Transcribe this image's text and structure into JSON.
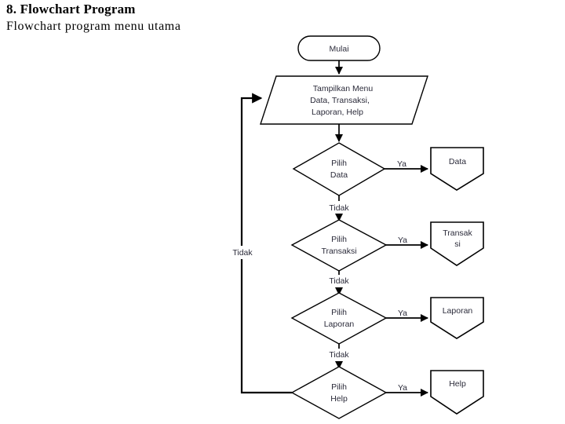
{
  "document": {
    "section_title": "8. Flowchart Program",
    "subtitle": "Flowchart program menu utama"
  },
  "chart_data": {
    "type": "diagram",
    "diagram_kind": "flowchart",
    "title": "Flowchart program menu utama",
    "orientation": "top-to-bottom",
    "nodes": [
      {
        "id": "start",
        "shape": "terminator",
        "label": "Mulai"
      },
      {
        "id": "show_menu",
        "shape": "parallelogram",
        "label": "Tampilkan Menu Data, Transaksi, Laporan, Help",
        "lines": [
          "Tampilkan Menu",
          "Data, Transaksi,",
          "Laporan, Help"
        ]
      },
      {
        "id": "pilih_data",
        "shape": "decision",
        "label": "Pilih Data",
        "lines": [
          "Pilih",
          "Data"
        ]
      },
      {
        "id": "pilih_transaksi",
        "shape": "decision",
        "label": "Pilih Transaksi",
        "lines": [
          "Pilih",
          "Transaksi"
        ]
      },
      {
        "id": "pilih_laporan",
        "shape": "decision",
        "label": "Pilih Laporan",
        "lines": [
          "Pilih",
          "Laporan"
        ]
      },
      {
        "id": "pilih_help",
        "shape": "decision",
        "label": "Pilih Help",
        "lines": [
          "Pilih",
          "Help"
        ]
      },
      {
        "id": "out_data",
        "shape": "off-page-connector",
        "label": "Data",
        "lines": [
          "Data"
        ]
      },
      {
        "id": "out_transaksi",
        "shape": "off-page-connector",
        "label": "Transaksi",
        "lines": [
          "Transak",
          "si"
        ]
      },
      {
        "id": "out_laporan",
        "shape": "off-page-connector",
        "label": "Laporan",
        "lines": [
          "Laporan"
        ]
      },
      {
        "id": "out_help",
        "shape": "off-page-connector",
        "label": "Help",
        "lines": [
          "Help"
        ]
      }
    ],
    "edges": [
      {
        "from": "start",
        "to": "show_menu",
        "label": ""
      },
      {
        "from": "show_menu",
        "to": "pilih_data",
        "label": ""
      },
      {
        "from": "pilih_data",
        "to": "out_data",
        "label": "Ya"
      },
      {
        "from": "pilih_data",
        "to": "pilih_transaksi",
        "label": "Tidak"
      },
      {
        "from": "pilih_transaksi",
        "to": "out_transaksi",
        "label": "Ya"
      },
      {
        "from": "pilih_transaksi",
        "to": "pilih_laporan",
        "label": "Tidak"
      },
      {
        "from": "pilih_laporan",
        "to": "out_laporan",
        "label": "Ya"
      },
      {
        "from": "pilih_laporan",
        "to": "pilih_help",
        "label": "Tidak"
      },
      {
        "from": "pilih_help",
        "to": "out_help",
        "label": "Ya"
      },
      {
        "from": "pilih_help",
        "to": "show_menu",
        "label": "Tidak"
      }
    ],
    "colors": {
      "background": "#ffffff",
      "stroke": "#000000",
      "text": "#2b2b3a"
    }
  },
  "labels": {
    "start": "Mulai",
    "menu_line1": "Tampilkan Menu",
    "menu_line2": "Data, Transaksi,",
    "menu_line3": "Laporan, Help",
    "d1_line1": "Pilih",
    "d1_line2": "Data",
    "d2_line1": "Pilih",
    "d2_line2": "Transaksi",
    "d3_line1": "Pilih",
    "d3_line2": "Laporan",
    "d4_line1": "Pilih",
    "d4_line2": "Help",
    "c1": "Data",
    "c2_line1": "Transak",
    "c2_line2": "si",
    "c3": "Laporan",
    "c4": "Help",
    "ya1": "Ya",
    "ya2": "Ya",
    "ya3": "Ya",
    "ya4": "Ya",
    "tidak1": "Tidak",
    "tidak2": "Tidak",
    "tidak3": "Tidak",
    "tidak_loop": "Tidak"
  }
}
